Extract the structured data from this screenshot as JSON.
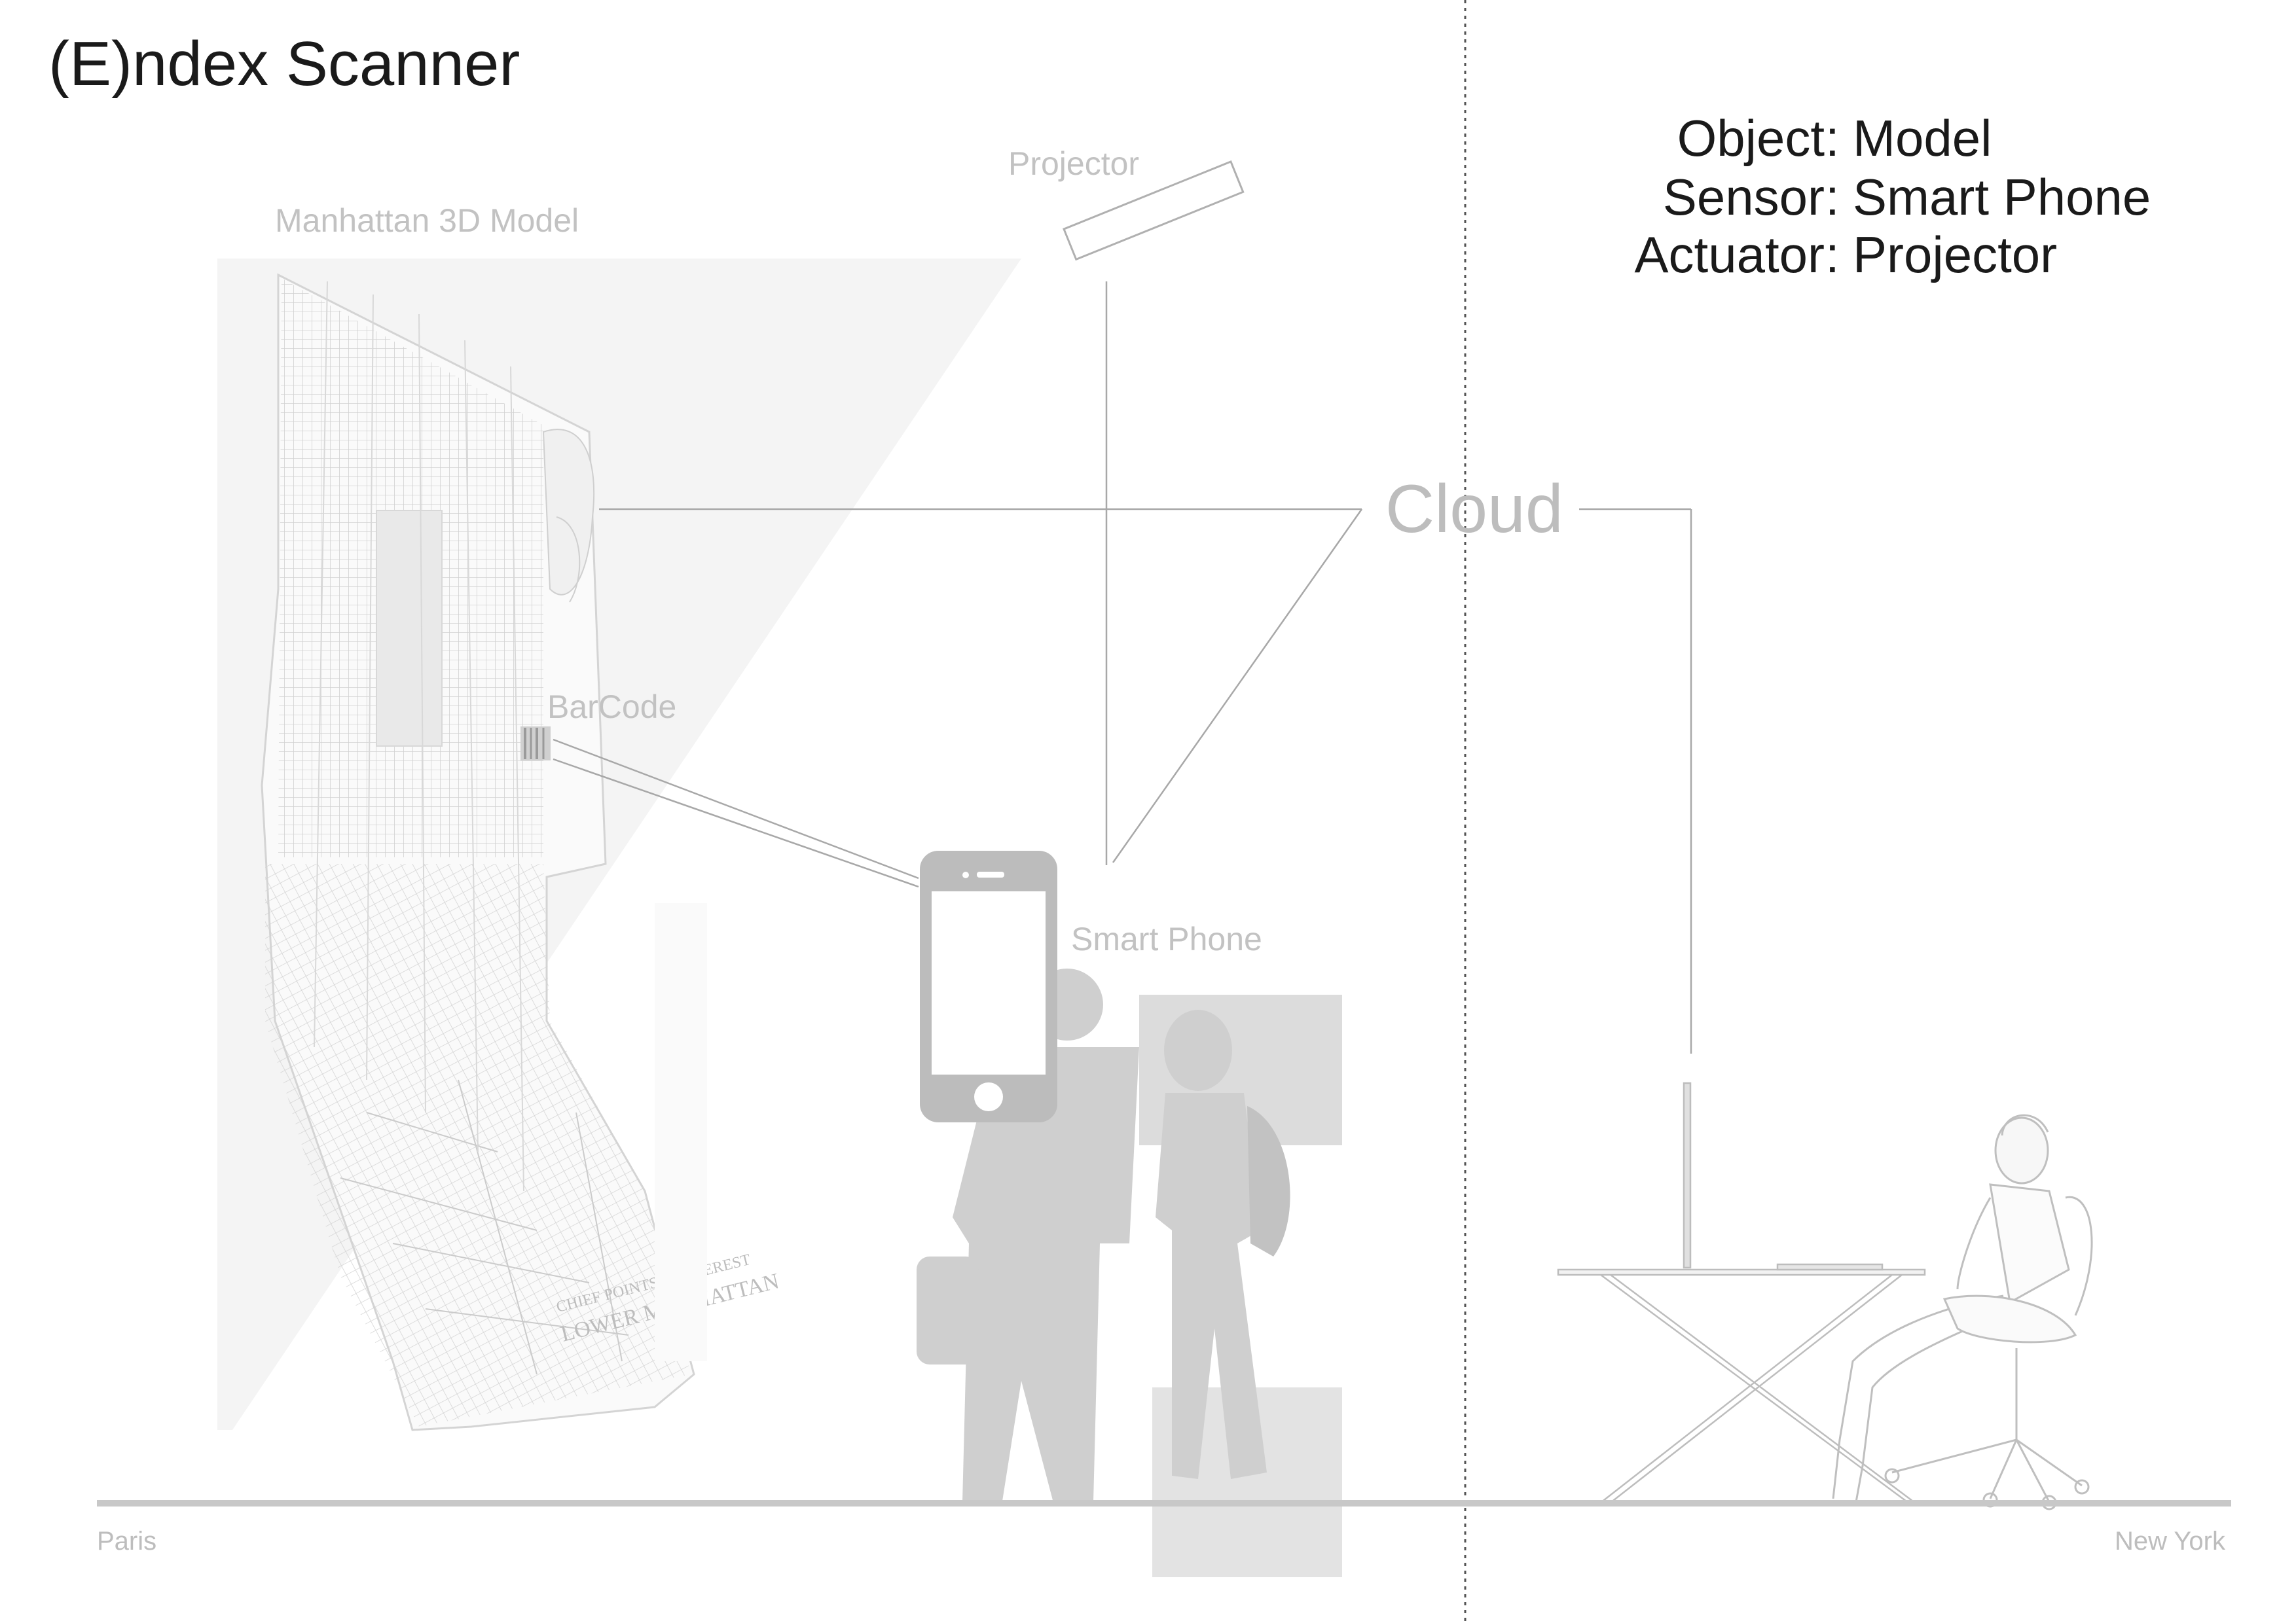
{
  "title": "(E)ndex Scanner",
  "legend": [
    {
      "label": "Object",
      "value": "Model"
    },
    {
      "label": "Sensor",
      "value": "Smart Phone"
    },
    {
      "label": "Actuator",
      "value": "Projector"
    }
  ],
  "diagram_labels": {
    "projector": "Projector",
    "model": "Manhattan 3D Model",
    "barcode": "BarCode",
    "cloud": "Cloud",
    "smart_phone": "Smart Phone"
  },
  "map_text": {
    "line1": "CHIEF POINTS of INTEREST",
    "line2": "LOWER MANHATTAN"
  },
  "locations": {
    "left": "Paris",
    "right": "New York"
  },
  "colors": {
    "title": "#1a1a1a",
    "faint_label": "#c2c2c2",
    "ground_line": "#c8c8c8",
    "figure_fill": "#cfcfcf",
    "phone_fill": "#bcbcbc",
    "connector": "#a8a8a8"
  },
  "icons": [
    "projector-icon",
    "smartphone-icon",
    "barcode-icon",
    "map-illustration",
    "people-silhouettes",
    "seated-person-illustration",
    "desk-with-monitor"
  ]
}
